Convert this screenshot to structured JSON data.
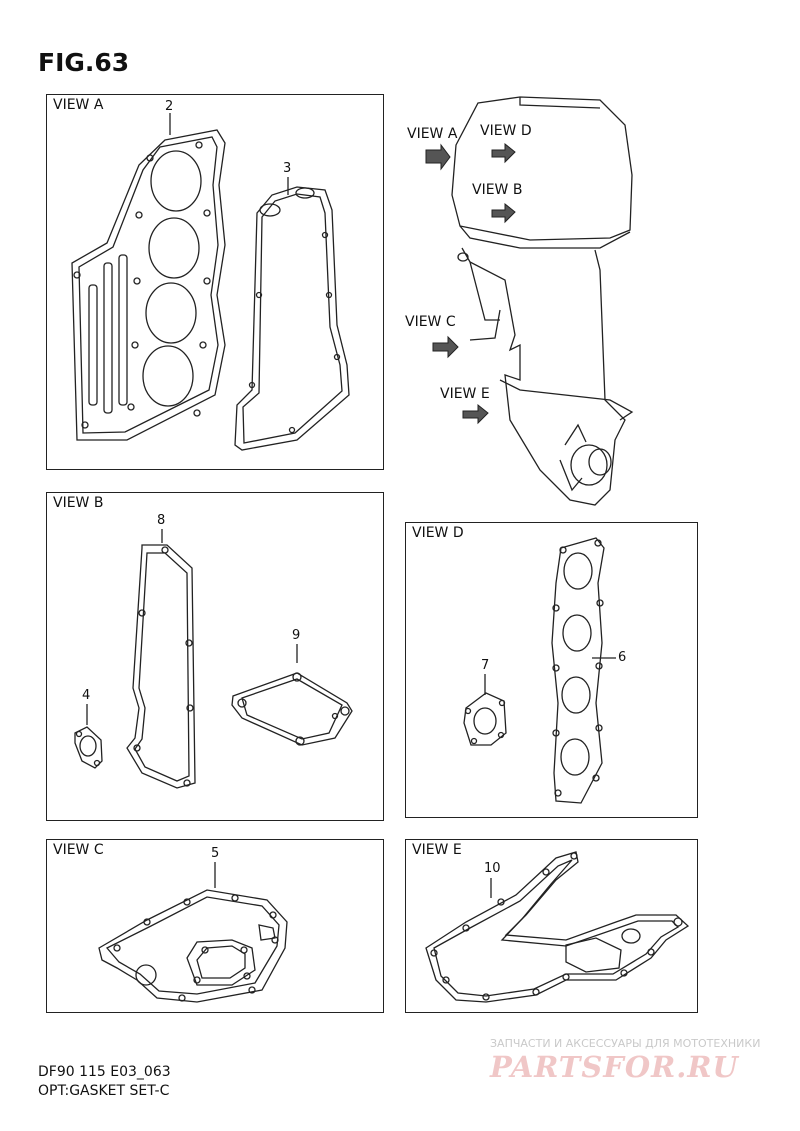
{
  "figure_title": "FIG.63",
  "panels": {
    "view_a": {
      "label": "VIEW A",
      "parts": [
        "2",
        "3"
      ]
    },
    "view_b": {
      "label": "VIEW B",
      "parts": [
        "8",
        "9",
        "4"
      ]
    },
    "view_c": {
      "label": "VIEW C",
      "parts": [
        "5"
      ]
    },
    "view_d": {
      "label": "VIEW D",
      "parts": [
        "7",
        "6"
      ]
    },
    "view_e": {
      "label": "VIEW E",
      "parts": [
        "10"
      ]
    }
  },
  "motor_labels": [
    "VIEW A",
    "VIEW D",
    "VIEW B",
    "VIEW C",
    "VIEW E"
  ],
  "footer": {
    "code": "DF90 115 E03_063",
    "name": "OPT:GASKET SET-C"
  },
  "watermark": {
    "tagline": "ЗАПЧАСТИ И АКСЕССУАРЫ ДЛЯ МОТОТЕХНИКИ",
    "logo": "PARTSFOR.RU"
  },
  "colors": {
    "line": "#222222",
    "watermark_logo": "#f0c7c7",
    "watermark_text": "#c9c9c9"
  }
}
